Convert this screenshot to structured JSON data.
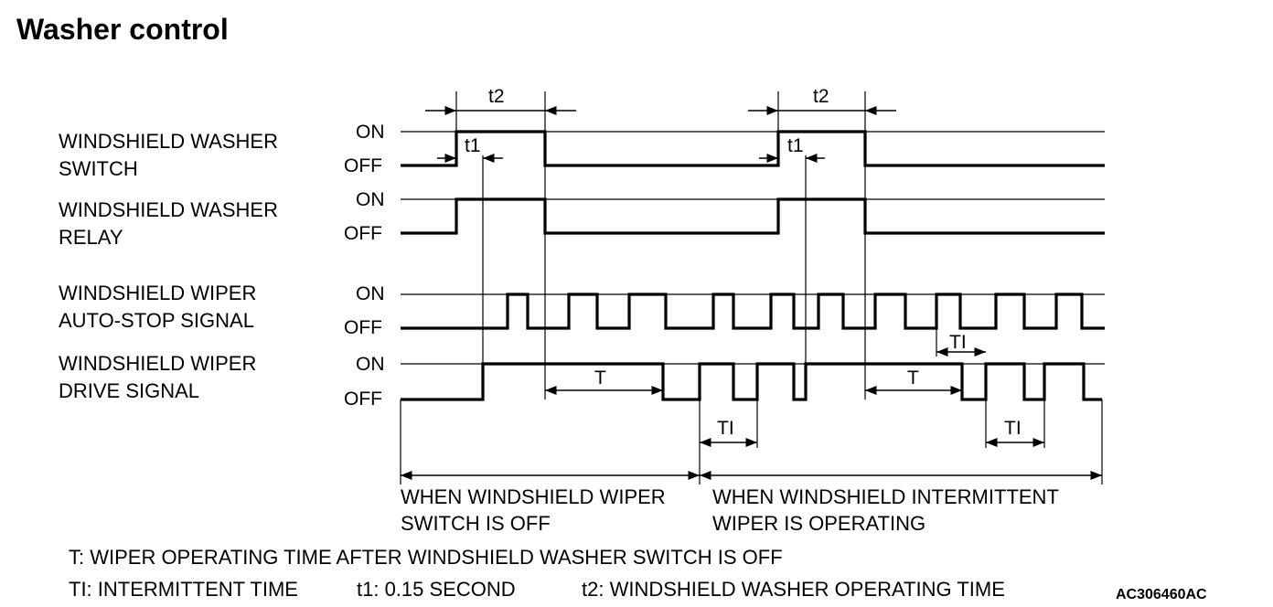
{
  "title": "Washer control",
  "signals": [
    {
      "line1": "WINDSHIELD WASHER",
      "line2": "SWITCH",
      "on": "ON",
      "off": "OFF"
    },
    {
      "line1": "WINDSHIELD WASHER",
      "line2": "RELAY",
      "on": "ON",
      "off": "OFF"
    },
    {
      "line1": "WINDSHIELD WIPER",
      "line2": "AUTO-STOP SIGNAL",
      "on": "ON",
      "off": "OFF"
    },
    {
      "line1": "WINDSHIELD WIPER",
      "line2": "DRIVE SIGNAL",
      "on": "ON",
      "off": "OFF"
    }
  ],
  "annotations": {
    "t2": "t2",
    "t1": "t1",
    "T": "T",
    "TI": "TI"
  },
  "sections": {
    "left_line1": "WHEN WINDSHIELD WIPER",
    "left_line2": "SWITCH IS OFF",
    "right_line1": "WHEN WINDSHIELD INTERMITTENT",
    "right_line2": "WIPER IS OPERATING"
  },
  "legend": {
    "T": "T: WIPER OPERATING TIME AFTER WINDSHIELD WASHER SWITCH IS OFF",
    "TI": "TI: INTERMITTENT TIME",
    "t1": "t1: 0.15 SECOND",
    "t2": "t2: WINDSHIELD WASHER OPERATING TIME"
  },
  "figure_code": "AC306460AC"
}
